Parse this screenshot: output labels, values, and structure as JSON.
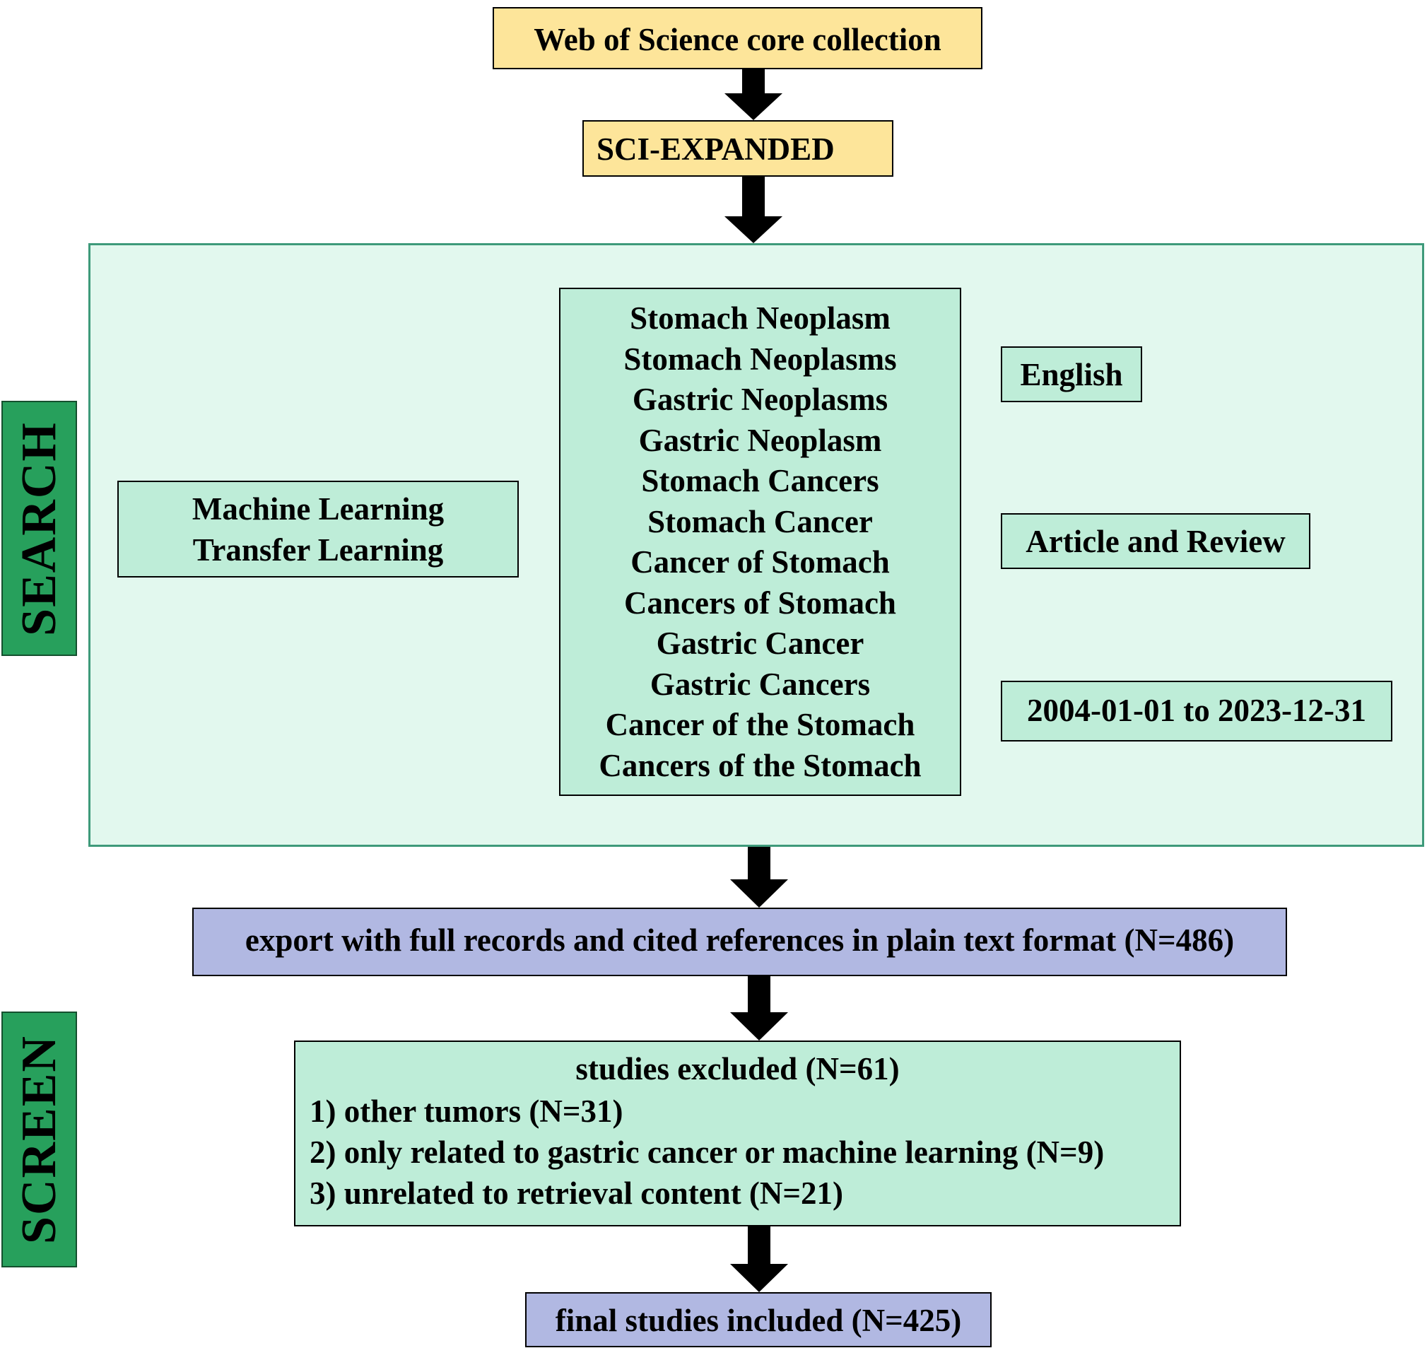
{
  "source": {
    "line1": "Web of Science core collection"
  },
  "index": {
    "line1": "SCI-EXPANDED"
  },
  "search_label": "SEARCH",
  "screen_label": "SCREEN",
  "keywords_left": [
    "Machine Learning",
    "Transfer Learning"
  ],
  "keywords_center": [
    "Stomach Neoplasm",
    "Stomach Neoplasms",
    "Gastric Neoplasms",
    "Gastric Neoplasm",
    "Stomach Cancers",
    "Stomach Cancer",
    "Cancer of Stomach",
    "Cancers of Stomach",
    "Gastric Cancer",
    "Gastric Cancers",
    "Cancer of the Stomach",
    "Cancers of the Stomach"
  ],
  "filters": {
    "language": "English",
    "doc_type": "Article and Review",
    "date_range": "2004-01-01 to 2023-12-31"
  },
  "export": {
    "line1": "export with full records and cited references in plain text format (N=486)"
  },
  "excluded": {
    "title": "studies excluded (N=61)",
    "items": [
      "1) other tumors (N=31)",
      "2) only related to gastric cancer or machine learning (N=9)",
      "3) unrelated to retrieval content (N=21)"
    ]
  },
  "final": {
    "line1": "final studies included (N=425)"
  },
  "colors": {
    "yellow": "#fde59a",
    "mint": "#beedd8",
    "region": "#e2f8ee",
    "lavender": "#b1b8e2",
    "side_label": "#27a05c"
  }
}
